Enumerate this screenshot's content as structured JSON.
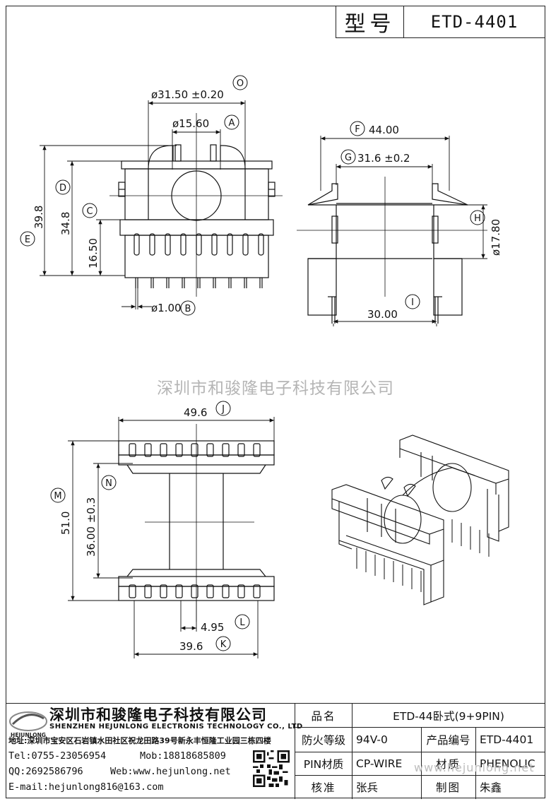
{
  "header": {
    "model_label": "型号",
    "model_value": "ETD-4401"
  },
  "watermark": "深圳市和骏隆电子科技有限公司",
  "dimensions": {
    "A": "ø15.60",
    "B": "ø1.00",
    "C": "16.50",
    "D": "34.8",
    "E": "39.8",
    "F": "44.00",
    "G": "31.6 ±0.2",
    "H": "ø17.80",
    "I": "30.00",
    "J": "49.6",
    "K": "39.6",
    "L": "4.95",
    "M": "51.0",
    "N": "36.00 ±0.3",
    "O": "ø31.50 ±0.20"
  },
  "company": {
    "logo_text": "HEJUNLONG",
    "name": "深圳市和骏隆电子科技有限公司",
    "name_en": "SHENZHEN HEJUNLONG ELECTRONIS TECHNOLOGY CO., LTD",
    "address": "地址:深圳市宝安区石岩镇水田社区祝龙田路39号新永丰恒隆工业园三栋四楼",
    "tel": "Tel:0755-23056954",
    "mob": "Mob:18818685809",
    "qq": "QQ:2692586796",
    "web": "Web:www.hejunlong.net",
    "email": "E-mail:hejunlong816@163.com"
  },
  "table": {
    "product_name_label": "品名",
    "product_name": "ETD-44卧式(9+9PIN)",
    "fire_label": "防火等级",
    "fire_value": "94V-0",
    "code_label": "产品编号",
    "code_value": "ETD-4401",
    "pin_label": "PIN材质",
    "pin_value": "CP-WIRE",
    "material_label": "材质",
    "material_value": "PHENOLIC",
    "check_label": "核准",
    "check_value": "张兵",
    "draw_label": "制图",
    "draw_value": "朱鑫"
  },
  "site_watermark": "www.hejunlong.net"
}
